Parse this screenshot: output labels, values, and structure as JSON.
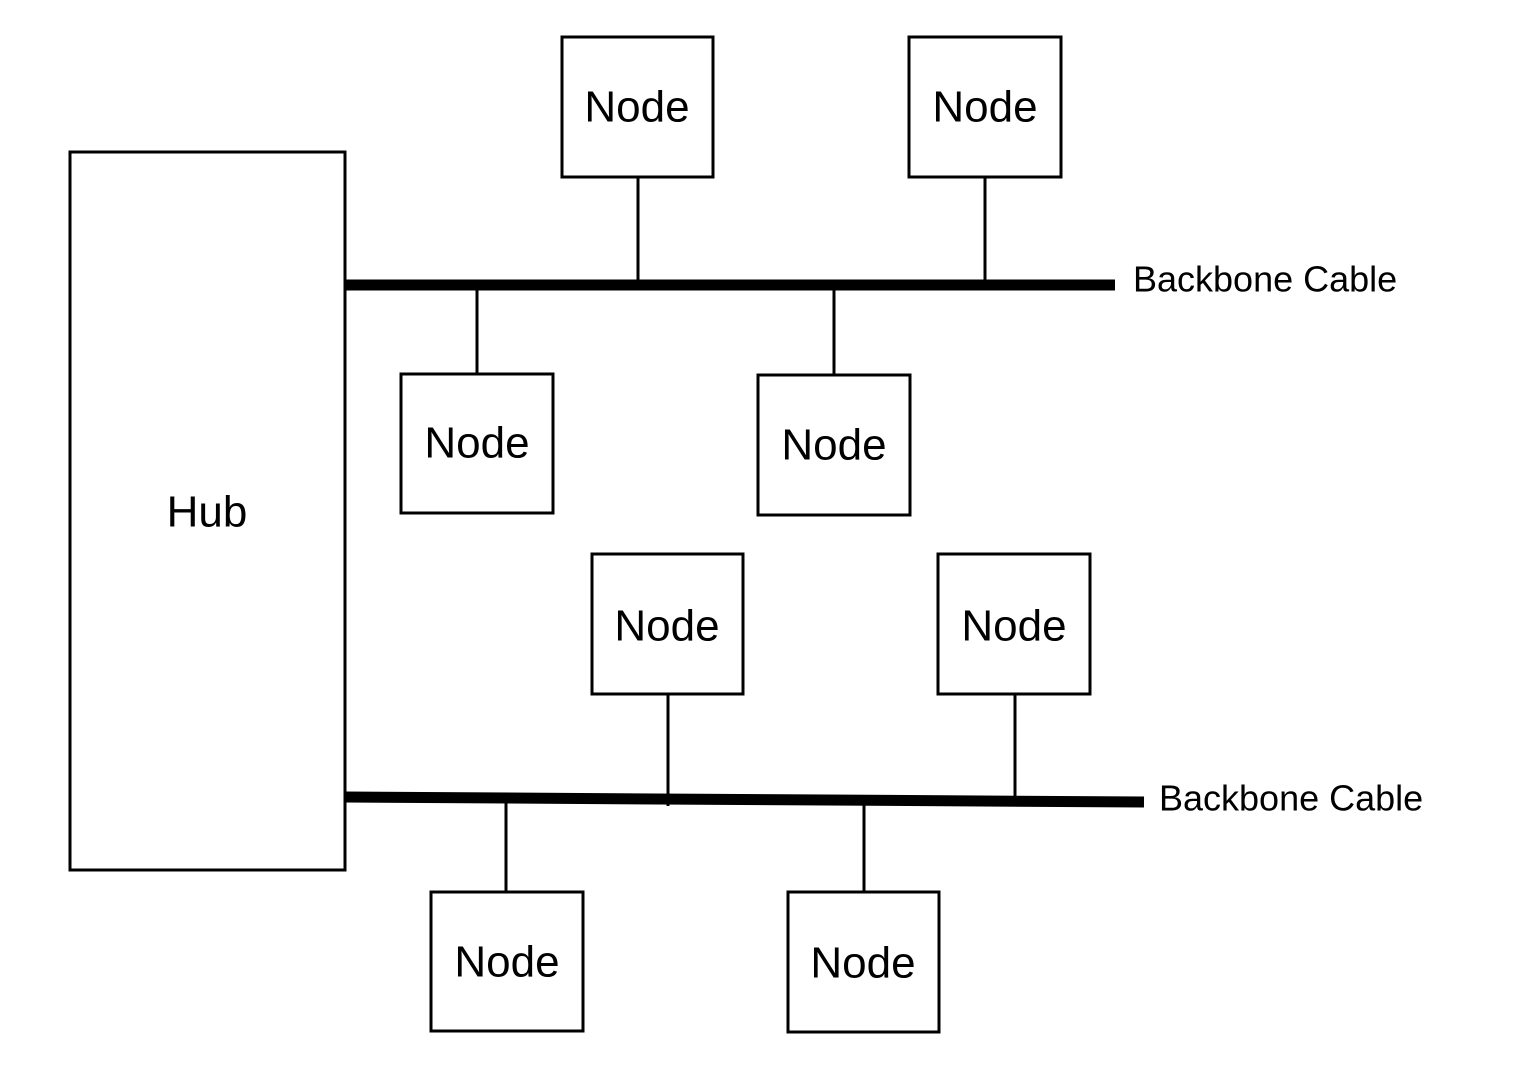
{
  "hub": {
    "label": "Hub"
  },
  "backbones": [
    {
      "label": "Backbone Cable",
      "nodes": [
        {
          "label": "Node",
          "side": "top"
        },
        {
          "label": "Node",
          "side": "top"
        },
        {
          "label": "Node",
          "side": "bottom"
        },
        {
          "label": "Node",
          "side": "bottom"
        }
      ]
    },
    {
      "label": "Backbone Cable",
      "nodes": [
        {
          "label": "Node",
          "side": "top"
        },
        {
          "label": "Node",
          "side": "top"
        },
        {
          "label": "Node",
          "side": "bottom"
        },
        {
          "label": "Node",
          "side": "bottom"
        }
      ]
    }
  ]
}
